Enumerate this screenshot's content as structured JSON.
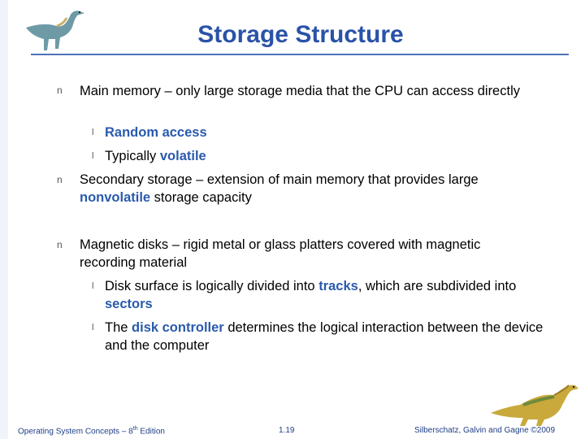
{
  "slide": {
    "title": "Storage Structure",
    "bullets": [
      {
        "marker": "n",
        "parts": [
          "Main memory – only large storage media that the CPU can access directly"
        ],
        "subs": [
          {
            "marker": "l",
            "parts": [
              "Random access"
            ]
          },
          {
            "marker": "l",
            "parts": [
              "Typically ",
              "volatile"
            ]
          }
        ]
      },
      {
        "marker": "n",
        "parts": [
          "Secondary storage – extension of main memory that provides large ",
          "nonvolatile",
          " storage capacity"
        ]
      },
      {
        "marker": "n",
        "parts": [
          "Magnetic disks – rigid metal or glass platters covered with magnetic recording material"
        ],
        "subs": [
          {
            "marker": "l",
            "parts": [
              "Disk surface is logically divided into ",
              "tracks",
              ", which are subdivided into ",
              "sectors"
            ]
          },
          {
            "marker": "l",
            "parts": [
              "The ",
              "disk controller",
              " determines the logical interaction between the device and the computer"
            ]
          }
        ]
      }
    ]
  },
  "footer": {
    "left_pre": "Operating System Concepts – 8",
    "left_sup": "th",
    "left_post": " Edition",
    "page": "1.19",
    "right": "Silberschatz, Galvin and Gagne ©2009"
  },
  "colors": {
    "accent": "#2a52a8",
    "highlight": "#2a5aad",
    "rule": "#4f72b8"
  }
}
